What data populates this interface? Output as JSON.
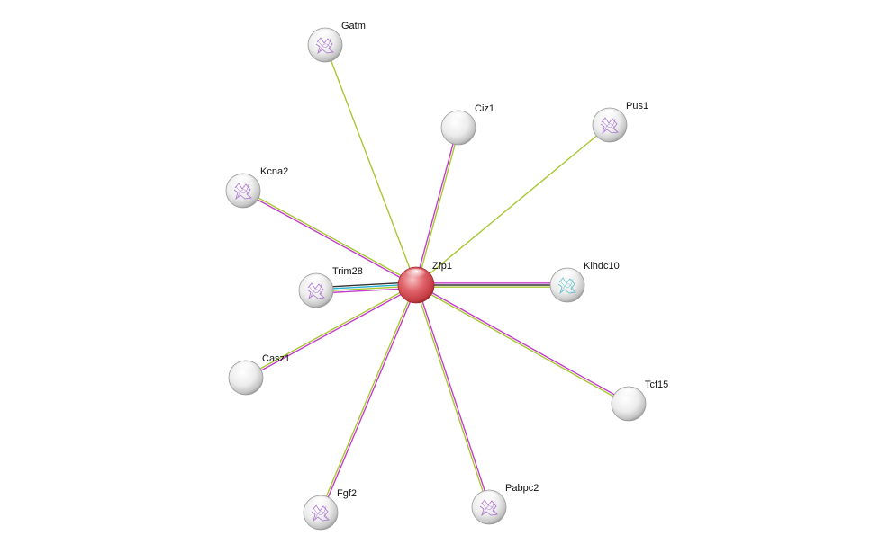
{
  "center_node": {
    "id": "zfp1",
    "label": "Zfp1",
    "color": "#e0525a"
  },
  "nodes": [
    {
      "id": "gatm",
      "label": "Gatm",
      "structure": true,
      "structure_color": "#9b59c9"
    },
    {
      "id": "ciz1",
      "label": "Ciz1",
      "structure": false
    },
    {
      "id": "pus1",
      "label": "Pus1",
      "structure": true,
      "structure_color": "#9b59c9"
    },
    {
      "id": "kcna2",
      "label": "Kcna2",
      "structure": true,
      "structure_color": "#9b59c9"
    },
    {
      "id": "trim28",
      "label": "Trim28",
      "structure": true,
      "structure_color": "#9b59c9"
    },
    {
      "id": "klhdc10",
      "label": "Klhdc10",
      "structure": true,
      "structure_color": "#3cb6c0"
    },
    {
      "id": "casz1",
      "label": "Casz1",
      "structure": false
    },
    {
      "id": "tcf15",
      "label": "Tcf15",
      "structure": false
    },
    {
      "id": "fgf2",
      "label": "Fgf2",
      "structure": true,
      "structure_color": "#9b59c9"
    },
    {
      "id": "pabpc2",
      "label": "Pabpc2",
      "structure": true,
      "structure_color": "#9b59c9"
    }
  ],
  "edge_colors": {
    "textmining": "#a8c734",
    "experiments": "#c23ec9",
    "database": "#2ab0d0",
    "coexpression": "#333333"
  },
  "edges": [
    {
      "target": "gatm",
      "evidence": [
        "textmining"
      ]
    },
    {
      "target": "ciz1",
      "evidence": [
        "experiments",
        "textmining"
      ]
    },
    {
      "target": "pus1",
      "evidence": [
        "textmining"
      ]
    },
    {
      "target": "kcna2",
      "evidence": [
        "experiments",
        "textmining"
      ]
    },
    {
      "target": "trim28",
      "evidence": [
        "experiments",
        "textmining",
        "database",
        "coexpression"
      ]
    },
    {
      "target": "klhdc10",
      "evidence": [
        "experiments",
        "coexpression",
        "textmining"
      ]
    },
    {
      "target": "casz1",
      "evidence": [
        "experiments",
        "textmining"
      ]
    },
    {
      "target": "tcf15",
      "evidence": [
        "experiments",
        "textmining"
      ]
    },
    {
      "target": "fgf2",
      "evidence": [
        "experiments",
        "textmining"
      ]
    },
    {
      "target": "pabpc2",
      "evidence": [
        "experiments",
        "textmining"
      ]
    }
  ]
}
